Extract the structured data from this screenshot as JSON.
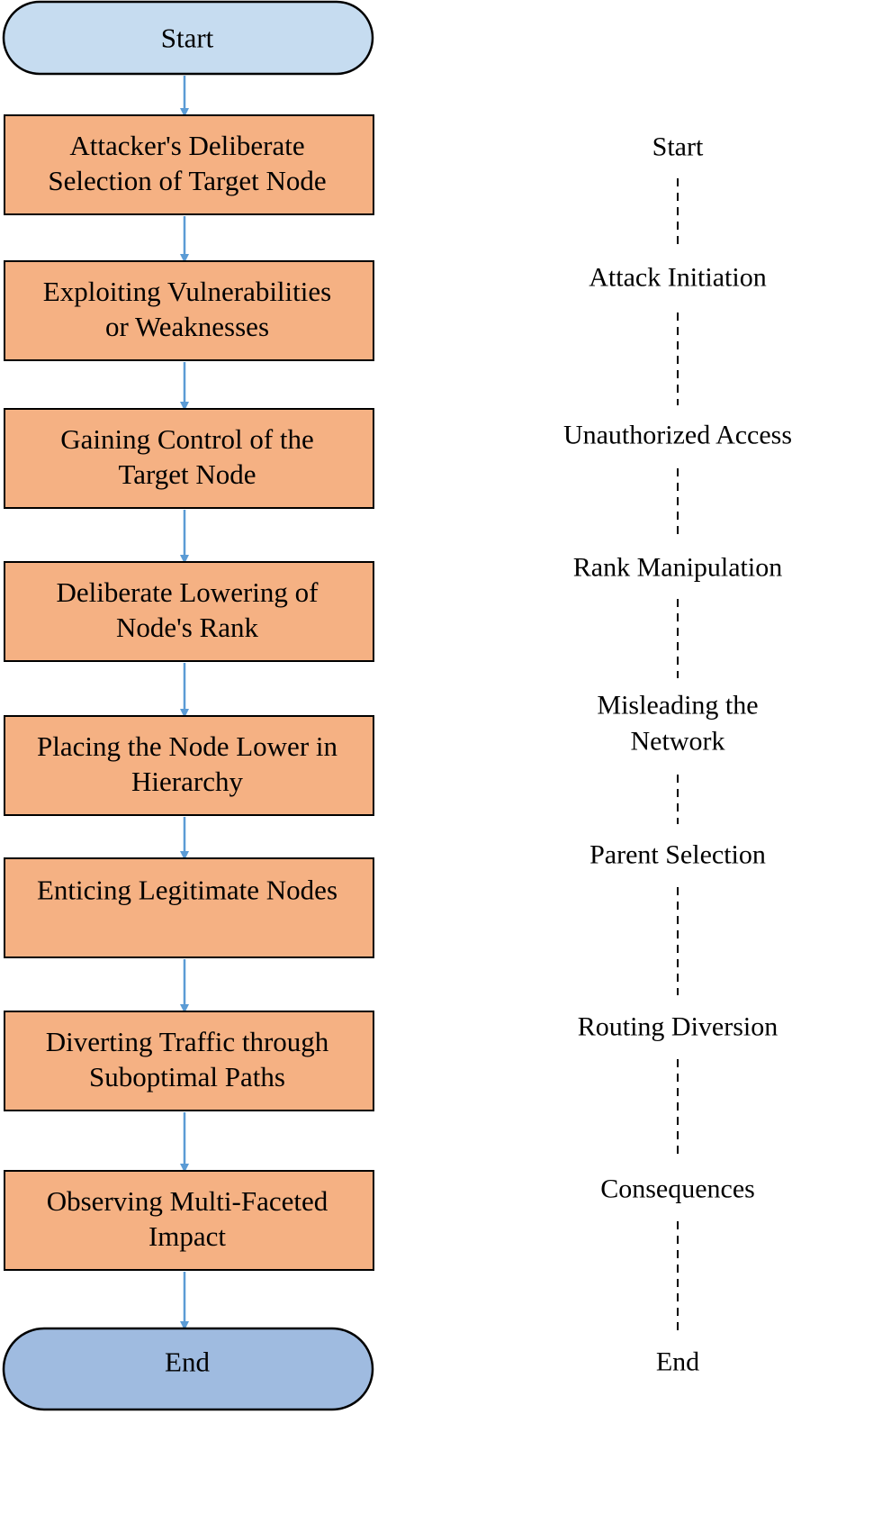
{
  "terminals": {
    "start": "Start",
    "end": "End"
  },
  "steps": [
    [
      "Attacker's Deliberate",
      "Selection of Target Node"
    ],
    [
      "Exploiting Vulnerabilities",
      "or Weaknesses"
    ],
    [
      "Gaining Control of the",
      "Target Node"
    ],
    [
      "Deliberate Lowering of",
      "Node's Rank"
    ],
    [
      "Placing the Node Lower in",
      "Hierarchy"
    ],
    [
      "Enticing Legitimate Nodes"
    ],
    [
      "Diverting Traffic through",
      "Suboptimal Paths"
    ],
    [
      "Observing Multi-Faceted",
      "Impact"
    ]
  ],
  "phases": [
    [
      "Start"
    ],
    [
      "Attack Initiation"
    ],
    [
      "Unauthorized Access"
    ],
    [
      "Rank Manipulation"
    ],
    [
      "Misleading the",
      "Network"
    ],
    [
      "Parent Selection"
    ],
    [
      "Routing Diversion"
    ],
    [
      "Consequences"
    ],
    [
      "End"
    ]
  ],
  "colors": {
    "start_fill": "#c6dcf0",
    "end_fill": "#9fbbe0",
    "step_fill": "#f5b183",
    "arrow": "#5b9bd5",
    "outline": "#000000",
    "dash": "#000000"
  }
}
